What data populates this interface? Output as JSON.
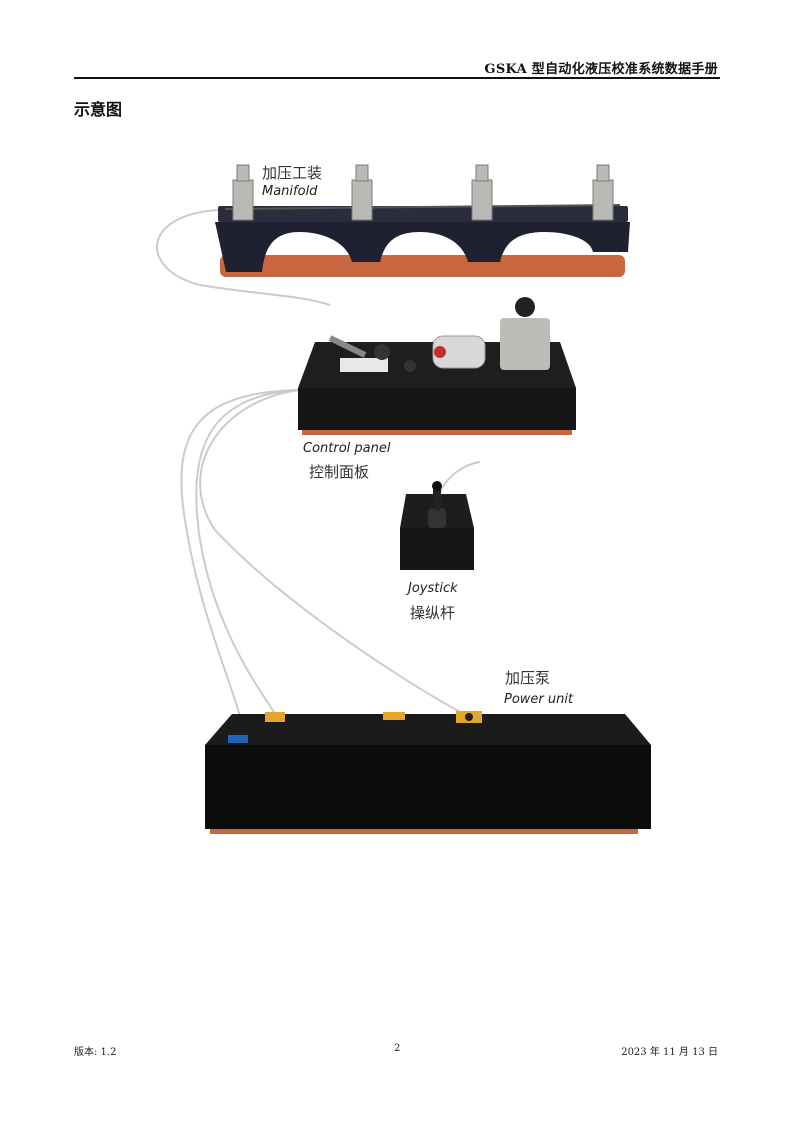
{
  "header": {
    "title": "GSKA 型自动化液压校准系统数据手册"
  },
  "section": {
    "title": "示意图"
  },
  "figure": {
    "manifold": {
      "label_cn": "加压工装",
      "label_en": "Manifold"
    },
    "control_panel": {
      "label_en": "Control panel",
      "label_cn": "控制面板"
    },
    "joystick": {
      "label_en": "Joystick",
      "label_cn": "操纵杆"
    },
    "power_unit": {
      "label_cn": "加压泵",
      "label_en": "Power unit"
    }
  },
  "footer": {
    "version": "版本: 1.2",
    "page": "2",
    "date": "2023 年 11 月 13 日"
  }
}
